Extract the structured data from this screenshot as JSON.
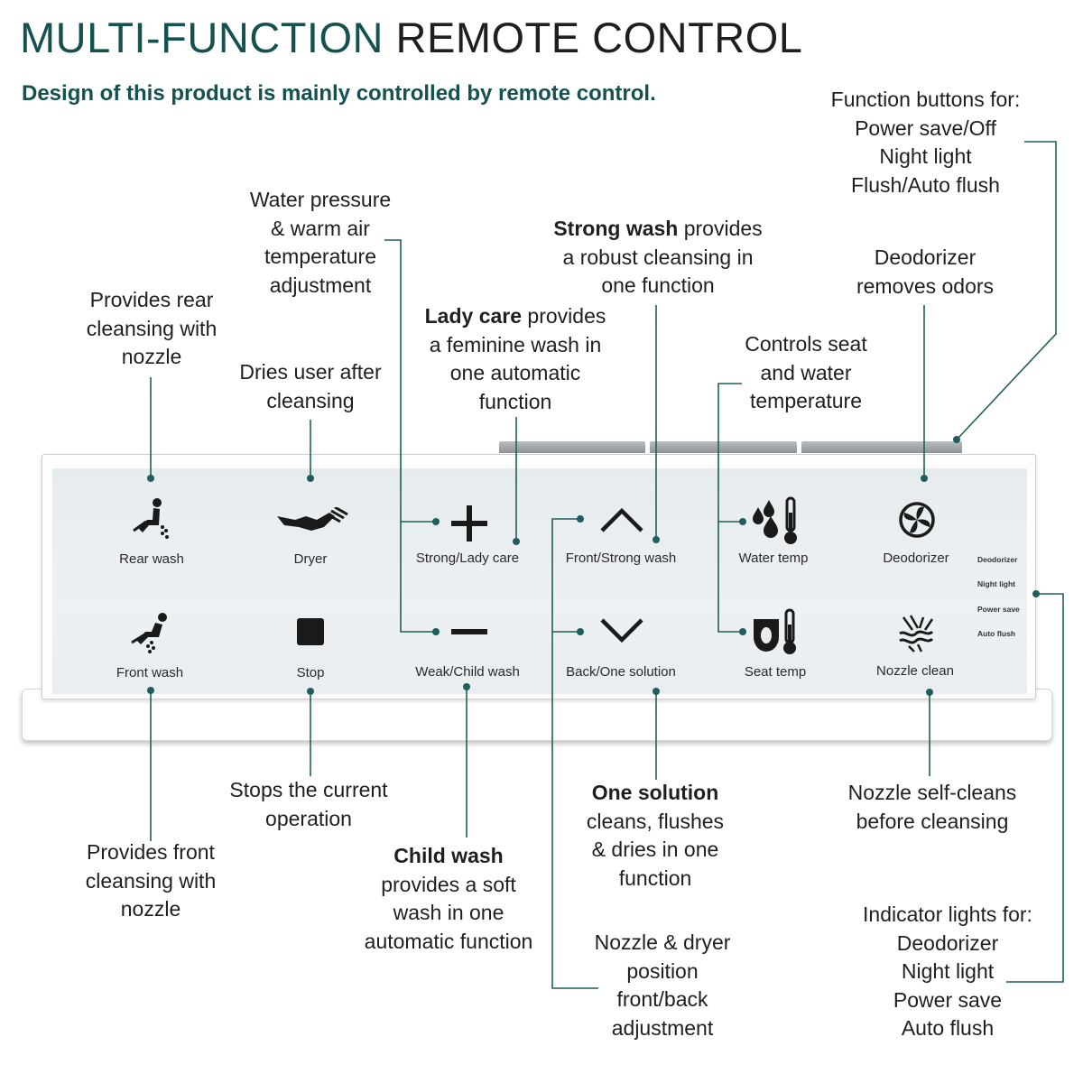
{
  "header": {
    "title_part1": "MULTI-FUNCTION",
    "title_part2": "REMOTE CONTROL",
    "subtitle": "Design of this product is mainly controlled by remote control."
  },
  "colors": {
    "accent": "#15514f",
    "line": "#1f5e5a",
    "text": "#1f1f1f",
    "panel_face": "#e9edef"
  },
  "buttons": {
    "rear_wash": "Rear wash",
    "dryer": "Dryer",
    "strong_lady": "Strong/Lady care",
    "front_strong": "Front/Strong wash",
    "water_temp": "Water temp",
    "deodorizer": "Deodorizer",
    "front_wash": "Front wash",
    "stop": "Stop",
    "weak_child": "Weak/Child wash",
    "back_one": "Back/One solution",
    "seat_temp": "Seat temp",
    "nozzle_clean": "Nozzle clean"
  },
  "indicators": [
    "Deodorizer",
    "Night light",
    "Power save",
    "Auto flush"
  ],
  "icons": [
    "rear-wash-icon",
    "dryer-icon",
    "plus-icon",
    "chevron-up-icon",
    "water-temp-icon",
    "deodorizer-fan-icon",
    "front-wash-icon",
    "stop-square-icon",
    "minus-icon",
    "chevron-down-icon",
    "seat-temp-icon",
    "nozzle-clean-icon"
  ],
  "callouts": {
    "function_buttons": [
      "Function buttons for:",
      "Power save/Off",
      "Night light",
      "Flush/Auto flush"
    ],
    "water_pressure": [
      "Water pressure",
      "& warm air",
      "temperature",
      "adjustment"
    ],
    "strong_wash": {
      "bold": "Strong wash",
      "rest": " provides",
      "lines": [
        "a robust cleansing in",
        "one function"
      ]
    },
    "deodorizer": [
      "Deodorizer",
      "removes odors"
    ],
    "rear_cleansing": [
      "Provides rear",
      "cleansing with",
      "nozzle"
    ],
    "lady_care": {
      "bold": "Lady care",
      "rest": " provides",
      "lines": [
        "a feminine wash in",
        "one automatic",
        "function"
      ]
    },
    "seat_water": [
      "Controls seat",
      "and water",
      "temperature"
    ],
    "dries_user": [
      "Dries user after",
      "cleansing"
    ],
    "stops": [
      "Stops the current",
      "operation"
    ],
    "one_solution": {
      "bold": "One solution",
      "lines": [
        "cleans, flushes",
        "& dries in one",
        "function"
      ]
    },
    "nozzle_self": [
      "Nozzle self-cleans",
      "before cleansing"
    ],
    "front_cleansing": [
      "Provides front",
      "cleansing with",
      "nozzle"
    ],
    "child_wash": {
      "bold": "Child wash",
      "lines": [
        "provides a soft",
        "wash in one",
        "automatic function"
      ]
    },
    "nozzle_dryer": [
      "Nozzle & dryer",
      "position",
      "front/back",
      "adjustment"
    ],
    "indicator_lights": [
      "Indicator lights for:",
      "Deodorizer",
      "Night light",
      "Power save",
      "Auto flush"
    ]
  }
}
